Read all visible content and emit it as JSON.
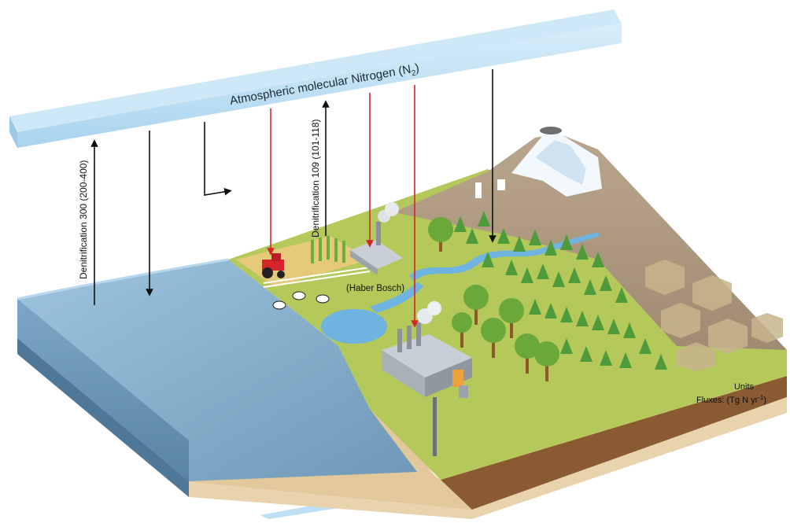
{
  "title": {
    "prefix": "Atmospheric molecular Nitrogen (N",
    "subscript": "2",
    "suffix": ")"
  },
  "labels": {
    "denitrification_ocean": "Denitrification   300 (200-400)",
    "denitrification_land": "Denitrification   109 (101-118)",
    "haber_bosch": "(Haber Bosch)"
  },
  "units": {
    "heading": "Units",
    "fluxes_prefix": "Fluxes: (Tg N yr",
    "fluxes_sup": "-1",
    "fluxes_suffix": ")"
  },
  "colors": {
    "atmosphere": "#b9dcf2",
    "ocean": "#8fb7d2",
    "land": "#b4c95a",
    "soil": "#d8bf92",
    "red_arrow": "#d6242a",
    "black_arrow": "#111111"
  }
}
